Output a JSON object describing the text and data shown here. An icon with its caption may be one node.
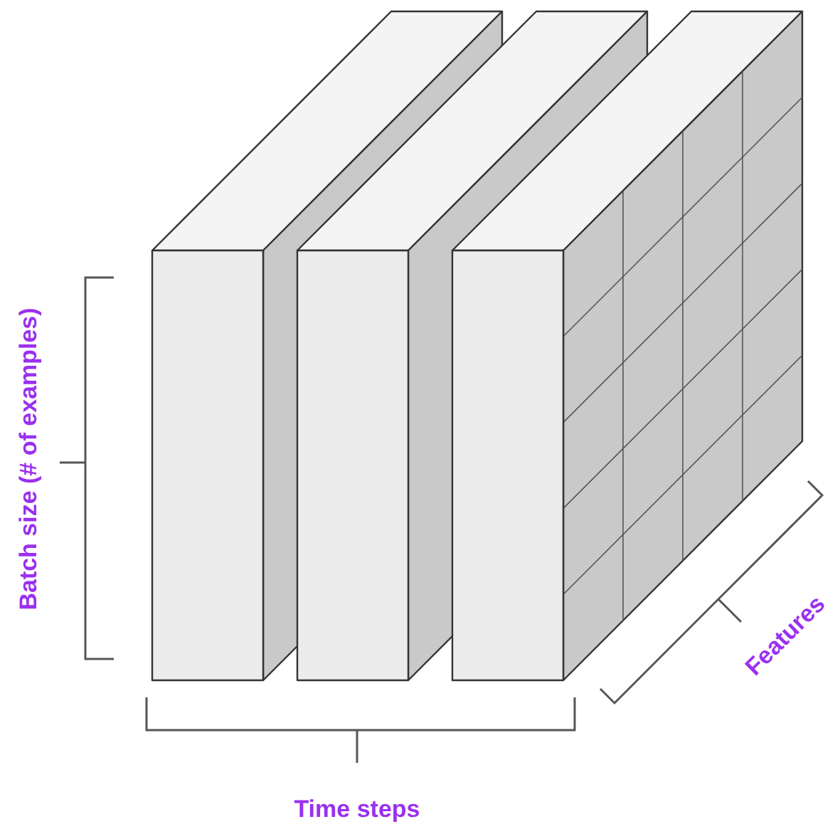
{
  "diagram": {
    "labels": [
      "Batch size (# of examples)",
      "Time steps",
      "Features"
    ]
  }
}
